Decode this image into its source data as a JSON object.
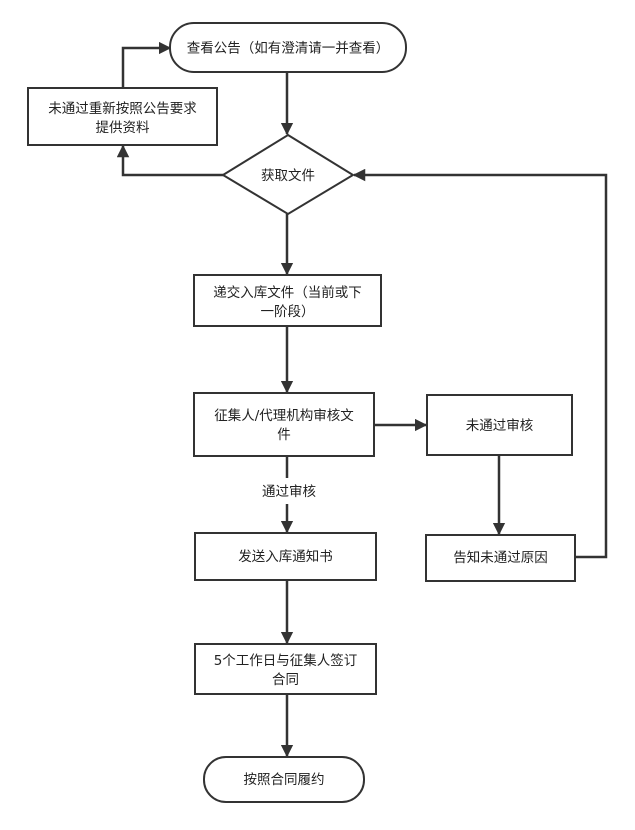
{
  "nodes": {
    "view_notice": "查看公告（如有澄清请一并查看）",
    "resubmit": [
      "未通过重新按照公告要求",
      "提供资料"
    ],
    "get_docs": "获取文件",
    "submit_docs": [
      "递交入库文件（当前或下",
      "一阶段）"
    ],
    "review": [
      "征集人/代理机构审核文",
      "件"
    ],
    "not_passed": "未通过审核",
    "notify_reason": "告知未通过原因",
    "send_notice": "发送入库通知书",
    "sign_contract": [
      "5个工作日与征集人签订",
      "合同"
    ],
    "perform": "按照合同履约"
  },
  "edge_labels": {
    "passed": "通过审核"
  }
}
